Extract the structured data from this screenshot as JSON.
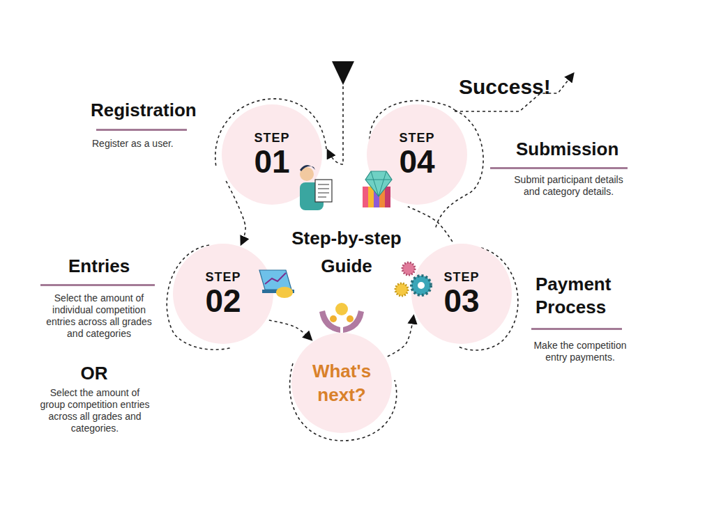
{
  "diagram": {
    "title": "Step-by-step Guide",
    "nodes": [
      {
        "text": [
          "STEP",
          "01"
        ]
      },
      {
        "text": [
          "STEP",
          "02"
        ]
      },
      {
        "text": [
          "What's next?"
        ]
      },
      {
        "text": [
          "STEP",
          "03"
        ]
      },
      {
        "text": [
          "STEP",
          "04"
        ]
      }
    ],
    "edges": [
      {
        "from": 0,
        "to": 1,
        "arrow": "to"
      },
      {
        "from": 1,
        "to": 2,
        "arrow": "to"
      },
      {
        "from": 2,
        "to": 3,
        "arrow": "to"
      },
      {
        "from": 3,
        "to": 4,
        "arrow": "none"
      }
    ],
    "labels": [
      "Success!",
      "Registration",
      "Register as a user.",
      "Submission",
      "Submit participant details and category details.",
      "Entries",
      "Select the amount of individual competition entries across all grades and categories",
      "OR",
      "Select the amount of group competition entries across all grades and categories.",
      "Payment Process",
      "Make the competition entry payments."
    ]
  }
}
